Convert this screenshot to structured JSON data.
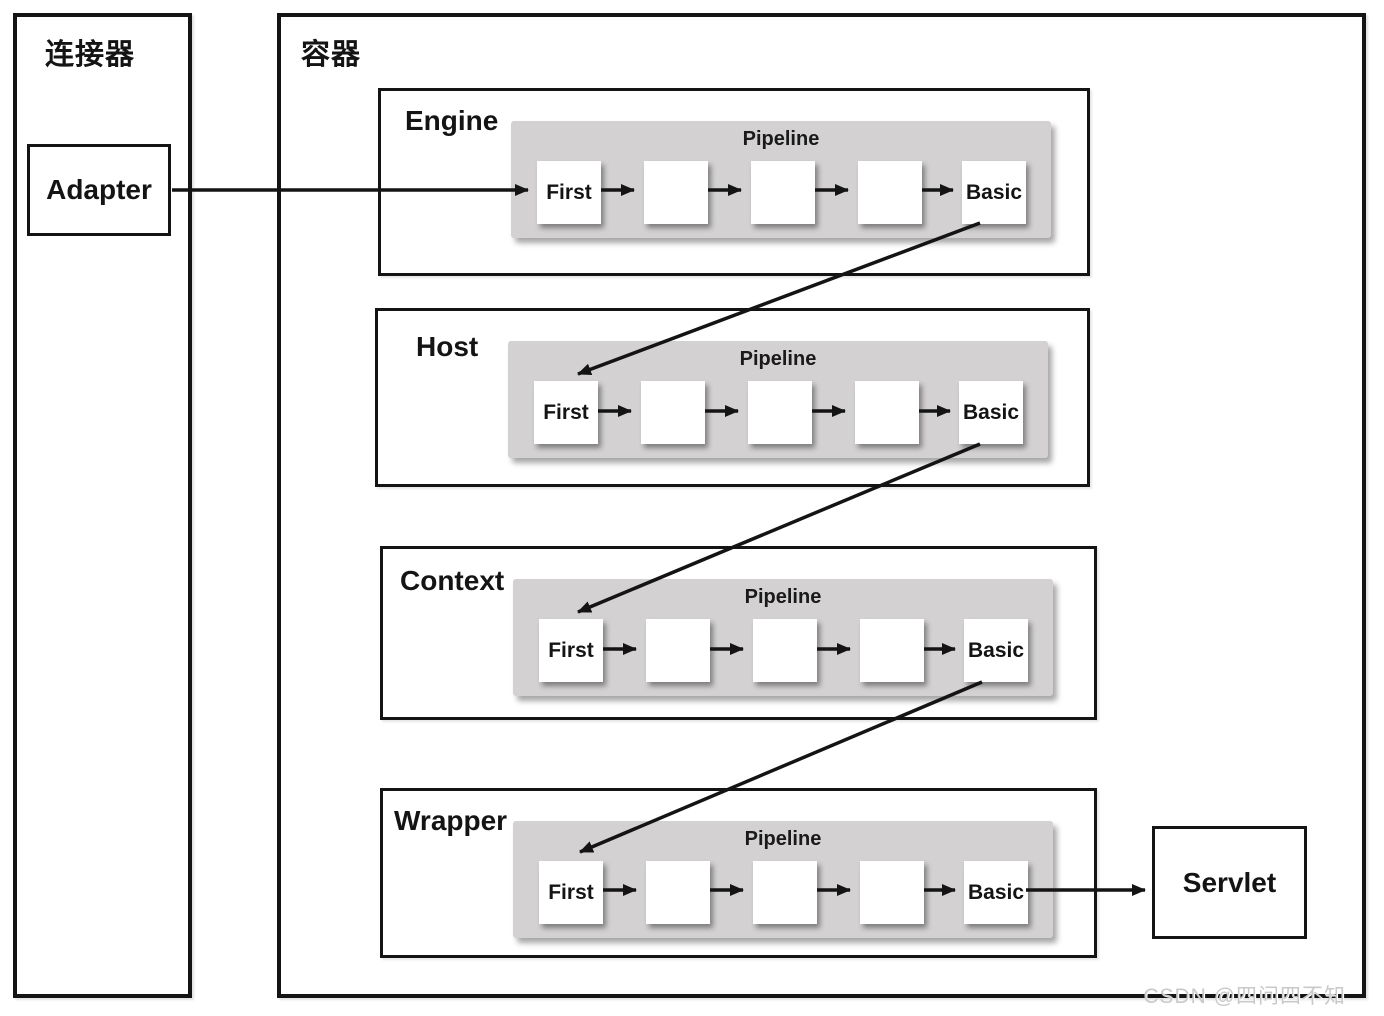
{
  "page": {
    "watermark": "CSDN @四问四不知"
  },
  "connector": {
    "label": "连接器",
    "adapter_label": "Adapter"
  },
  "container": {
    "label": "容器",
    "sections": [
      {
        "label": "Engine",
        "pipeline_label": "Pipeline",
        "first_label": "First",
        "basic_label": "Basic"
      },
      {
        "label": "Host",
        "pipeline_label": "Pipeline",
        "first_label": "First",
        "basic_label": "Basic"
      },
      {
        "label": "Context",
        "pipeline_label": "Pipeline",
        "first_label": "First",
        "basic_label": "Basic"
      },
      {
        "label": "Wrapper",
        "pipeline_label": "Pipeline",
        "first_label": "First",
        "basic_label": "Basic"
      }
    ],
    "servlet_label": "Servlet"
  },
  "colors": {
    "line": "#141414",
    "pipeline_gray": "#d3d1d2",
    "watermark": "#c9c9c9"
  }
}
